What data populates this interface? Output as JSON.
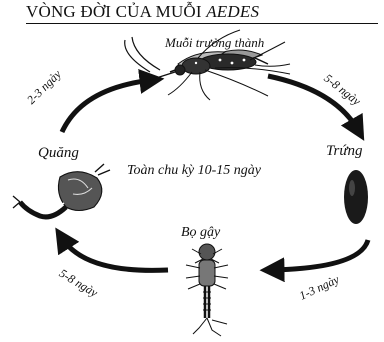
{
  "title": {
    "main": "VÒNG ĐỜI CỦA MUỖI",
    "species": "AEDES"
  },
  "stages": {
    "adult": "Muỗi trưởng thành",
    "egg": "Trứng",
    "larva": "Bọ gậy",
    "pupa": "Quăng"
  },
  "center_label": "Toàn chu kỳ 10-15 ngày",
  "durations": {
    "pupa_to_adult": "2-3 ngày",
    "adult_to_egg": "5-8 ngày",
    "egg_to_larva": "1-3 ngày",
    "larva_to_pupa": "5-8 ngày"
  }
}
